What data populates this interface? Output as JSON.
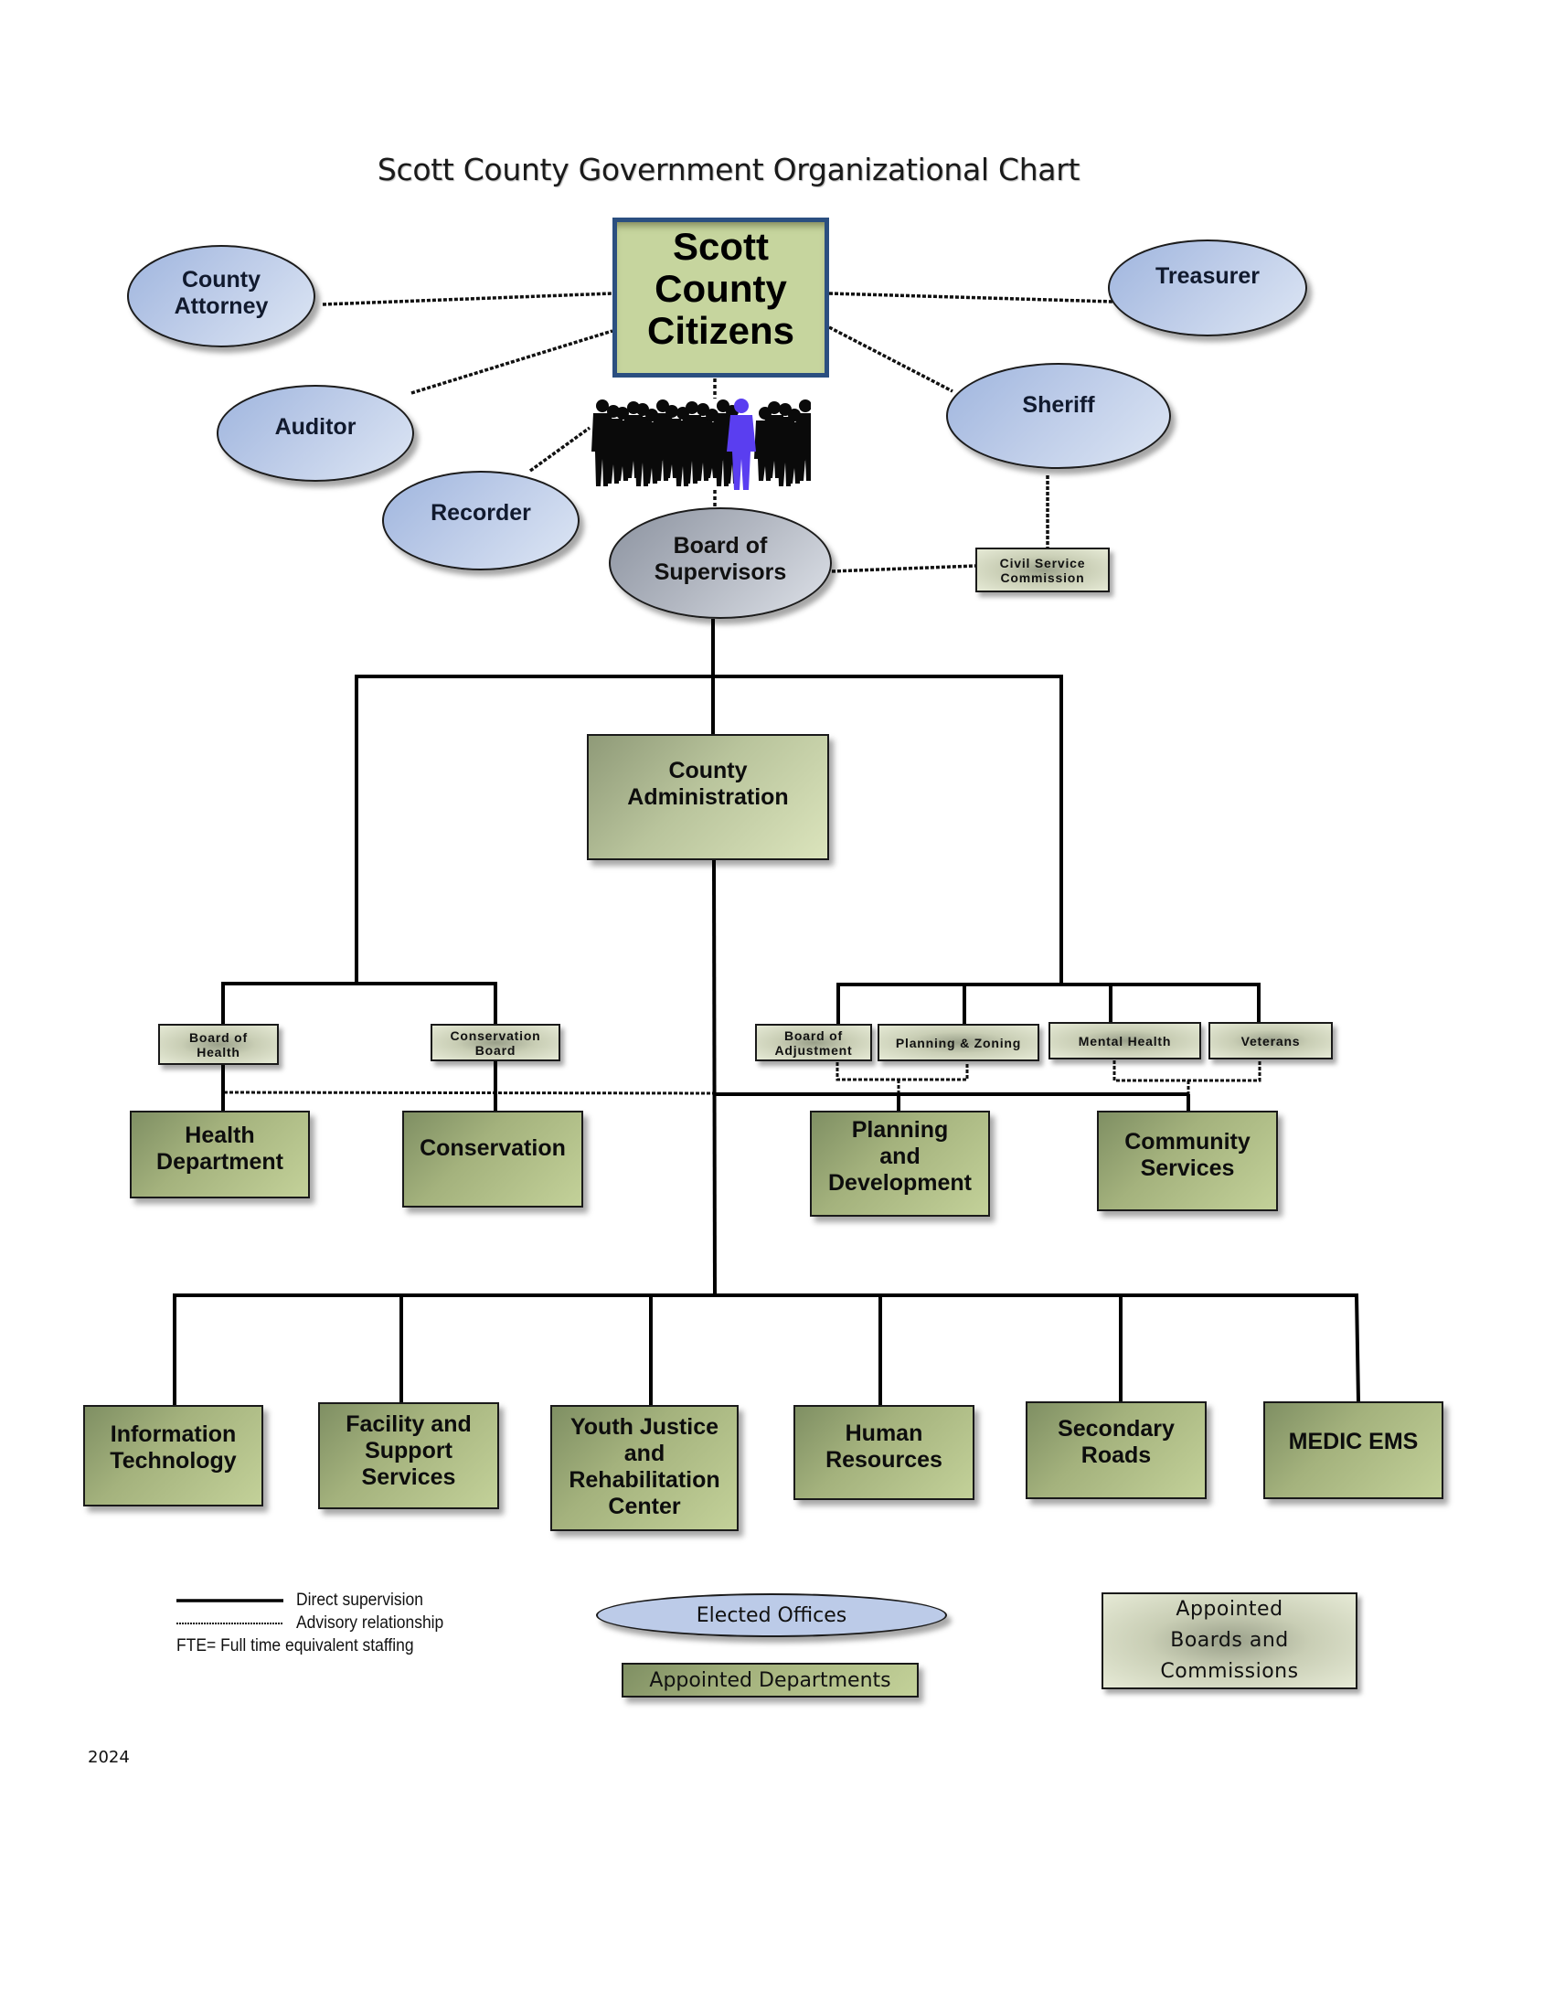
{
  "title": "Scott County Government Organizational Chart",
  "root": {
    "lines": [
      "Scott",
      "County",
      "Citizens"
    ]
  },
  "elected_offices": [
    {
      "id": "county-attorney",
      "lines": [
        "County",
        "Attorney"
      ]
    },
    {
      "id": "auditor",
      "lines": [
        "Auditor"
      ]
    },
    {
      "id": "recorder",
      "lines": [
        "Recorder"
      ]
    },
    {
      "id": "treasurer",
      "lines": [
        "Treasurer"
      ]
    },
    {
      "id": "sheriff",
      "lines": [
        "Sheriff"
      ]
    }
  ],
  "board_of_supervisors": {
    "lines": [
      "Board of",
      "Supervisors"
    ]
  },
  "civil_service_commission": {
    "lines": [
      "Civil Service",
      "Commission"
    ]
  },
  "county_administration": {
    "lines": [
      "County",
      "Administration"
    ]
  },
  "appointed_boards": [
    {
      "id": "board-of-health",
      "lines": [
        "Board of",
        "Health"
      ]
    },
    {
      "id": "conservation-board",
      "lines": [
        "Conservation",
        "Board"
      ]
    },
    {
      "id": "board-of-adjustment",
      "lines": [
        "Board of",
        "Adjustment"
      ]
    },
    {
      "id": "planning-zoning",
      "lines": [
        "Planning & Zoning"
      ]
    },
    {
      "id": "mental-health",
      "lines": [
        "Mental Health"
      ]
    },
    {
      "id": "veterans",
      "lines": [
        "Veterans"
      ]
    }
  ],
  "board_departments": [
    {
      "id": "health-department",
      "lines": [
        "Health",
        "Department"
      ]
    },
    {
      "id": "conservation",
      "lines": [
        "Conservation"
      ]
    },
    {
      "id": "planning-development",
      "lines": [
        "Planning",
        "and",
        "Development"
      ]
    },
    {
      "id": "community-services",
      "lines": [
        "Community",
        "Services"
      ]
    }
  ],
  "admin_departments": [
    {
      "id": "information-technology",
      "lines": [
        "Information",
        "Technology"
      ]
    },
    {
      "id": "facility-support-services",
      "lines": [
        "Facility and",
        "Support",
        "Services"
      ]
    },
    {
      "id": "youth-justice",
      "lines": [
        "Youth Justice",
        "and",
        "Rehabilitation",
        "Center"
      ]
    },
    {
      "id": "human-resources",
      "lines": [
        "Human",
        "Resources"
      ]
    },
    {
      "id": "secondary-roads",
      "lines": [
        "Secondary",
        "Roads"
      ]
    },
    {
      "id": "medic-ems",
      "lines": [
        "MEDIC EMS"
      ]
    }
  ],
  "legend": {
    "direct_supervision": "Direct supervision",
    "advisory_relationship": "Advisory relationship",
    "fte_note": "FTE= Full time equivalent staffing",
    "elected_offices": "Elected Offices",
    "appointed_departments": "Appointed Departments",
    "appointed_boards": [
      "Appointed",
      "Boards and",
      "Commissions"
    ]
  },
  "year": "2024",
  "colors": {
    "elected_fill": "#bccbe8",
    "department_fill": "#a4b27d",
    "board_fill": "#c9ceb5",
    "citizens_border": "#2b4f80",
    "citizens_fill": "#c6d59e",
    "highlight_person": "#5a3ef0"
  }
}
